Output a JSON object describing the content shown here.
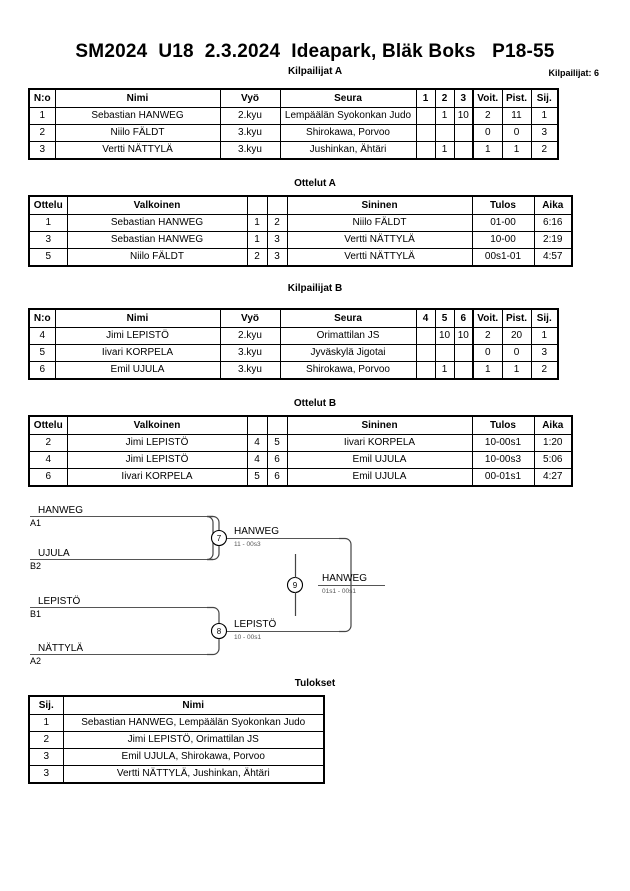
{
  "header": {
    "title": "SM2024  U18  2.3.2024  Ideapark, Bläk Boks   P18-55",
    "pool_a_caption": "Kilpailijat A",
    "entrant_count": "Kilpailijat: 6"
  },
  "captions": {
    "matches_a": "Ottelut A",
    "pool_b": "Kilpailijat B",
    "matches_b": "Ottelut B",
    "results": "Tulokset"
  },
  "competitor_headers": {
    "no": "N:o",
    "name": "Nimi",
    "belt": "Vyö",
    "club": "Seura",
    "wins": "Voit.",
    "points": "Pist.",
    "rank": "Sij."
  },
  "pool_a": {
    "score_columns": [
      "1",
      "2",
      "3"
    ],
    "rows": [
      {
        "no": "1",
        "name": "Sebastian HANWEG",
        "belt": "2.kyu",
        "club": "Lempäälän Syokonkan Judo",
        "scores": [
          "",
          "1",
          "10"
        ],
        "wins": "2",
        "points": "11",
        "rank": "1"
      },
      {
        "no": "2",
        "name": "Niilo FÄLDT",
        "belt": "3.kyu",
        "club": "Shirokawa, Porvoo",
        "scores": [
          "",
          "",
          ""
        ],
        "wins": "0",
        "points": "0",
        "rank": "3"
      },
      {
        "no": "3",
        "name": "Vertti NÄTTYLÄ",
        "belt": "3.kyu",
        "club": "Jushinkan, Ähtäri",
        "scores": [
          "",
          "1",
          ""
        ],
        "wins": "1",
        "points": "1",
        "rank": "2"
      }
    ]
  },
  "pool_b": {
    "score_columns": [
      "4",
      "5",
      "6"
    ],
    "rows": [
      {
        "no": "4",
        "name": "Jimi LEPISTÖ",
        "belt": "2.kyu",
        "club": "Orimattilan JS",
        "scores": [
          "",
          "10",
          "10"
        ],
        "wins": "2",
        "points": "20",
        "rank": "1"
      },
      {
        "no": "5",
        "name": "Iivari KORPELA",
        "belt": "3.kyu",
        "club": "Jyväskylä Jigotai",
        "scores": [
          "",
          "",
          ""
        ],
        "wins": "0",
        "points": "0",
        "rank": "3"
      },
      {
        "no": "6",
        "name": "Emil UJULA",
        "belt": "3.kyu",
        "club": "Shirokawa, Porvoo",
        "scores": [
          "",
          "1",
          ""
        ],
        "wins": "1",
        "points": "1",
        "rank": "2"
      }
    ]
  },
  "match_headers": {
    "match": "Ottelu",
    "white": "Valkoinen",
    "blue": "Sininen",
    "result": "Tulos",
    "time": "Aika"
  },
  "matches_a": [
    {
      "no": "1",
      "white": "Sebastian HANWEG",
      "white_no": "1",
      "blue_no": "2",
      "blue": "Niilo FÄLDT",
      "result": "01-00",
      "time": "6:16"
    },
    {
      "no": "3",
      "white": "Sebastian HANWEG",
      "white_no": "1",
      "blue_no": "3",
      "blue": "Vertti NÄTTYLÄ",
      "result": "10-00",
      "time": "2:19"
    },
    {
      "no": "5",
      "white": "Niilo FÄLDT",
      "white_no": "2",
      "blue_no": "3",
      "blue": "Vertti NÄTTYLÄ",
      "result": "00s1-01",
      "time": "4:57"
    }
  ],
  "matches_b": [
    {
      "no": "2",
      "white": "Jimi LEPISTÖ",
      "white_no": "4",
      "blue_no": "5",
      "blue": "Iivari KORPELA",
      "result": "10-00s1",
      "time": "1:20"
    },
    {
      "no": "4",
      "white": "Jimi LEPISTÖ",
      "white_no": "4",
      "blue_no": "6",
      "blue": "Emil UJULA",
      "result": "10-00s3",
      "time": "5:06"
    },
    {
      "no": "6",
      "white": "Iivari KORPELA",
      "white_no": "5",
      "blue_no": "6",
      "blue": "Emil UJULA",
      "result": "00-01s1",
      "time": "4:27"
    }
  ],
  "bracket": {
    "entries": [
      {
        "name": "HANWEG",
        "seed": "A1"
      },
      {
        "name": "UJULA",
        "seed": "B2"
      },
      {
        "name": "LEPISTÖ",
        "seed": "B1"
      },
      {
        "name": "NÄTTYLÄ",
        "seed": "A2"
      }
    ],
    "nodes": [
      {
        "num": "7",
        "winner": "HANWEG",
        "score": "11 - 00s3"
      },
      {
        "num": "8",
        "winner": "LEPISTÖ",
        "score": "10 - 00s1"
      },
      {
        "num": "9",
        "winner": "HANWEG",
        "score": "01s1 - 00s1"
      }
    ]
  },
  "results": {
    "headers": {
      "rank": "Sij.",
      "name": "Nimi"
    },
    "rows": [
      {
        "rank": "1",
        "name": "Sebastian HANWEG, Lempäälän Syokonkan Judo"
      },
      {
        "rank": "2",
        "name": "Jimi LEPISTÖ, Orimattilan JS"
      },
      {
        "rank": "3",
        "name": "Emil UJULA, Shirokawa, Porvoo"
      },
      {
        "rank": "3",
        "name": "Vertti NÄTTYLÄ, Jushinkan, Ähtäri"
      }
    ]
  }
}
